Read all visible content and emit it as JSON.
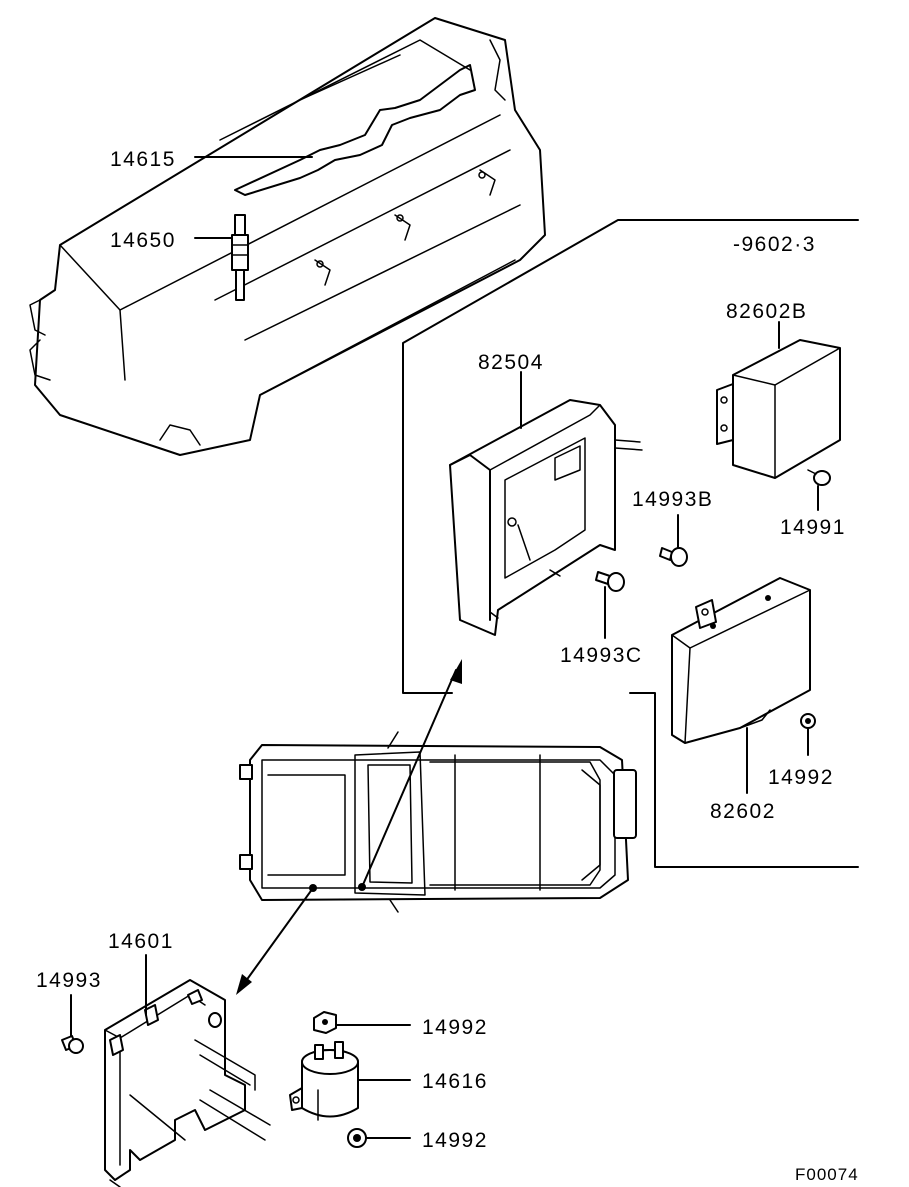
{
  "diagram": {
    "labels": {
      "p14615": "14615",
      "p14650": "14650",
      "variant": "-9602·3",
      "p82602B": "82602B",
      "p82504": "82504",
      "p14993B": "14993B",
      "p14991": "14991",
      "p14993C": "14993C",
      "p14992_right": "14992",
      "p82602": "82602",
      "p14601": "14601",
      "p14993": "14993",
      "p14992_top": "14992",
      "p14616": "14616",
      "p14992_bottom": "14992",
      "figure_code": "F00074"
    }
  }
}
